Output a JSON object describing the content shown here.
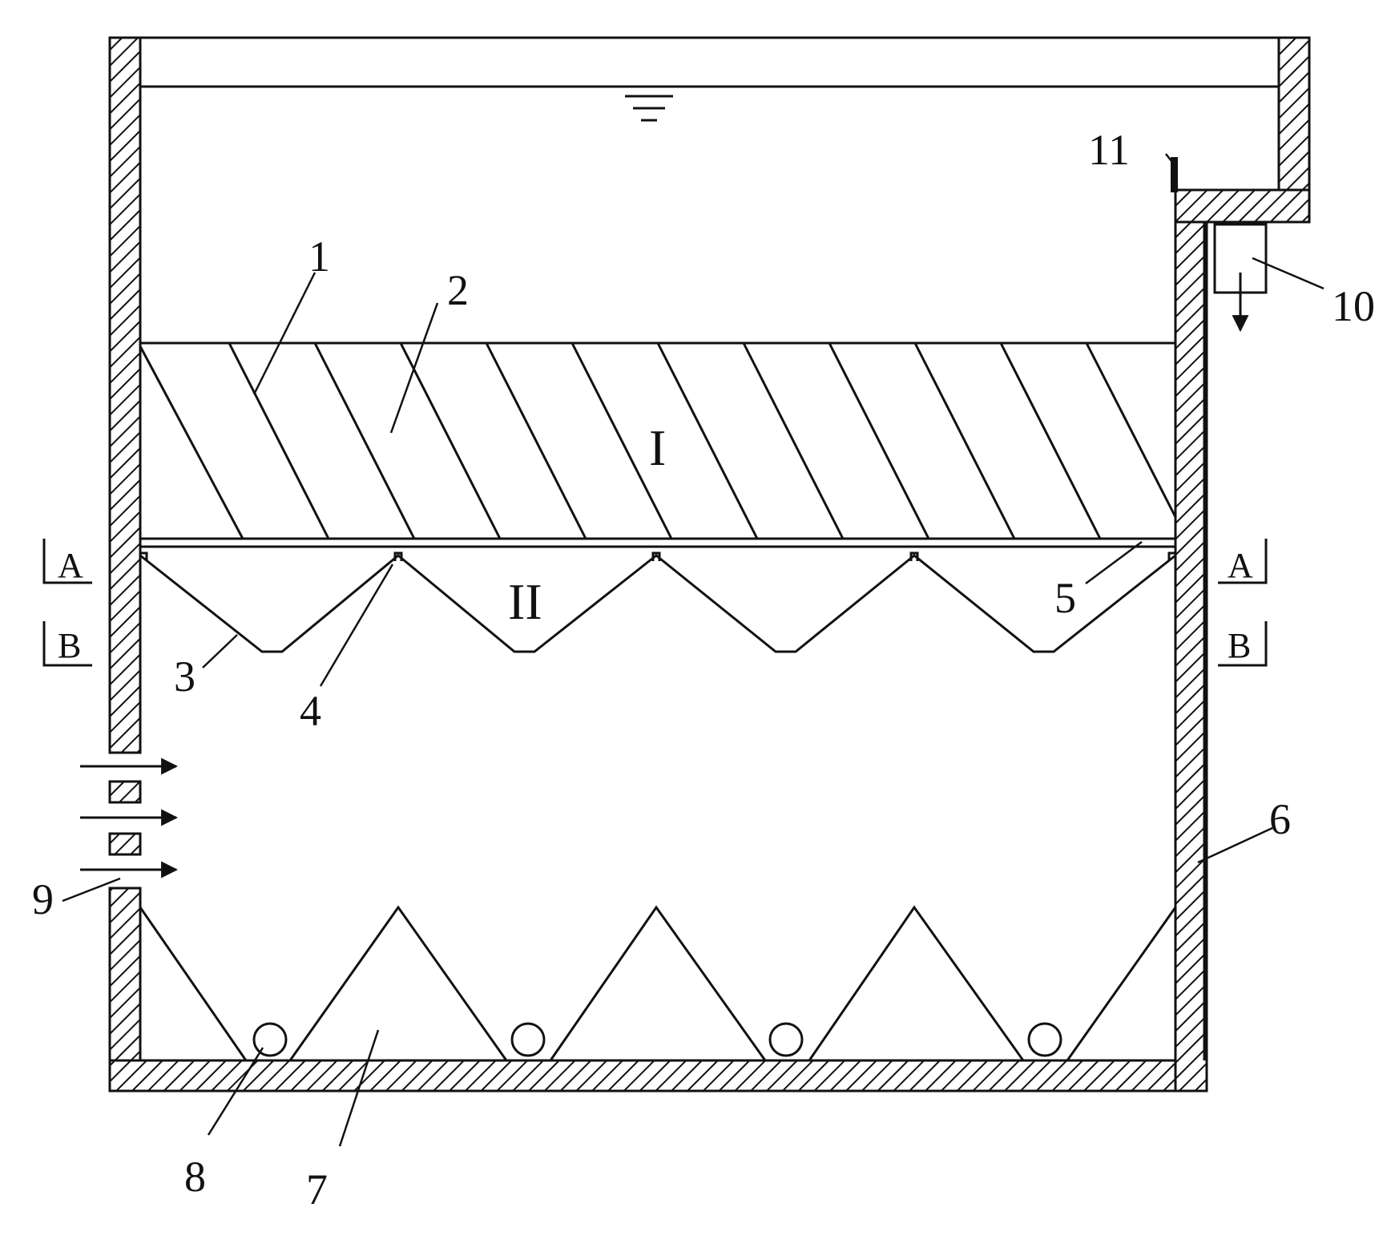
{
  "diagram": {
    "callouts": [
      {
        "id": "1",
        "text": "1"
      },
      {
        "id": "2",
        "text": "2"
      },
      {
        "id": "3",
        "text": "3"
      },
      {
        "id": "4",
        "text": "4"
      },
      {
        "id": "5",
        "text": "5"
      },
      {
        "id": "6",
        "text": "6"
      },
      {
        "id": "7",
        "text": "7"
      },
      {
        "id": "8",
        "text": "8"
      },
      {
        "id": "9",
        "text": "9"
      },
      {
        "id": "10",
        "text": "10"
      },
      {
        "id": "11",
        "text": "11"
      }
    ],
    "zones": {
      "upper": "I",
      "lower": "II"
    },
    "sections": {
      "a": "A",
      "b": "B"
    }
  }
}
